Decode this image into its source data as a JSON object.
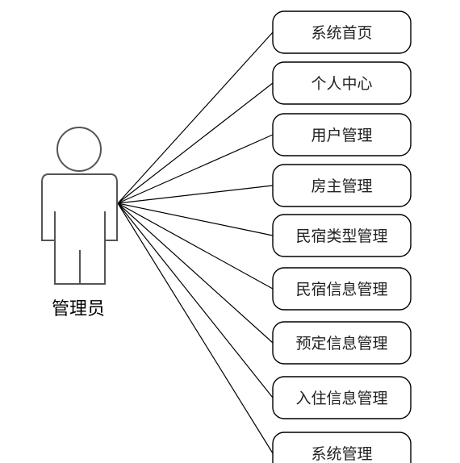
{
  "actor": {
    "name": "管理员"
  },
  "use_cases": [
    {
      "label": "系统首页"
    },
    {
      "label": "个人中心"
    },
    {
      "label": "用户管理"
    },
    {
      "label": "房主管理"
    },
    {
      "label": "民宿类型管理"
    },
    {
      "label": "民宿信息管理"
    },
    {
      "label": "预定信息管理"
    },
    {
      "label": "入住信息管理"
    },
    {
      "label": "系统管理"
    }
  ]
}
